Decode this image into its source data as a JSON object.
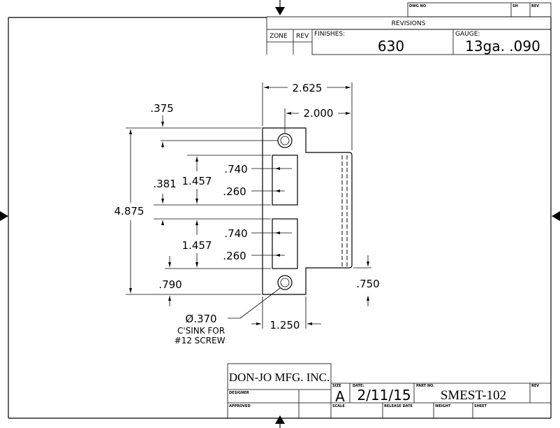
{
  "header": {
    "dwg_no_label": "DWG NO",
    "sh_label": "SH",
    "rev_label": "REV",
    "revisions_title": "REVISIONS",
    "zone_label": "ZONE",
    "rev_col_label": "REV",
    "finishes_label": "FINISHES:",
    "finishes_value": "630",
    "gauge_label": "GAUGE:",
    "gauge_value": "13ga.  .090"
  },
  "dimensions": {
    "overall_width": "2.625",
    "notch_width": "2.000",
    "top_hole_offset": ".375",
    "slot1_a": ".740",
    "slot_gap": ".381",
    "slot1_height": "1.457",
    "slot1_b": ".260",
    "overall_height": "4.875",
    "slot2_a": ".740",
    "slot2_height": "1.457",
    "slot2_b": ".260",
    "bottom_hole_offset": ".790",
    "tab_offset": ".750",
    "hole_center": "1.250"
  },
  "hole_note": {
    "diameter": "Ø.370",
    "line1": "C'SINK FOR",
    "line2": "#12 SCREW"
  },
  "title_block": {
    "company": "DON-JO MFG. INC.",
    "designer_label": "DESIGNER",
    "approved_label": "APPROVED",
    "size_label": "SIZE",
    "size_value": "A",
    "date_label": "DATE:",
    "date_value": "2/11/15",
    "part_no_label": "PART NO.",
    "part_no_value": "SMEST-102",
    "rev_label": "REV",
    "scale_label": "SCALE",
    "release_date_label": "RELEASE DATE",
    "weight_label": "WEIGHT",
    "sheet_label": "SHEET"
  }
}
